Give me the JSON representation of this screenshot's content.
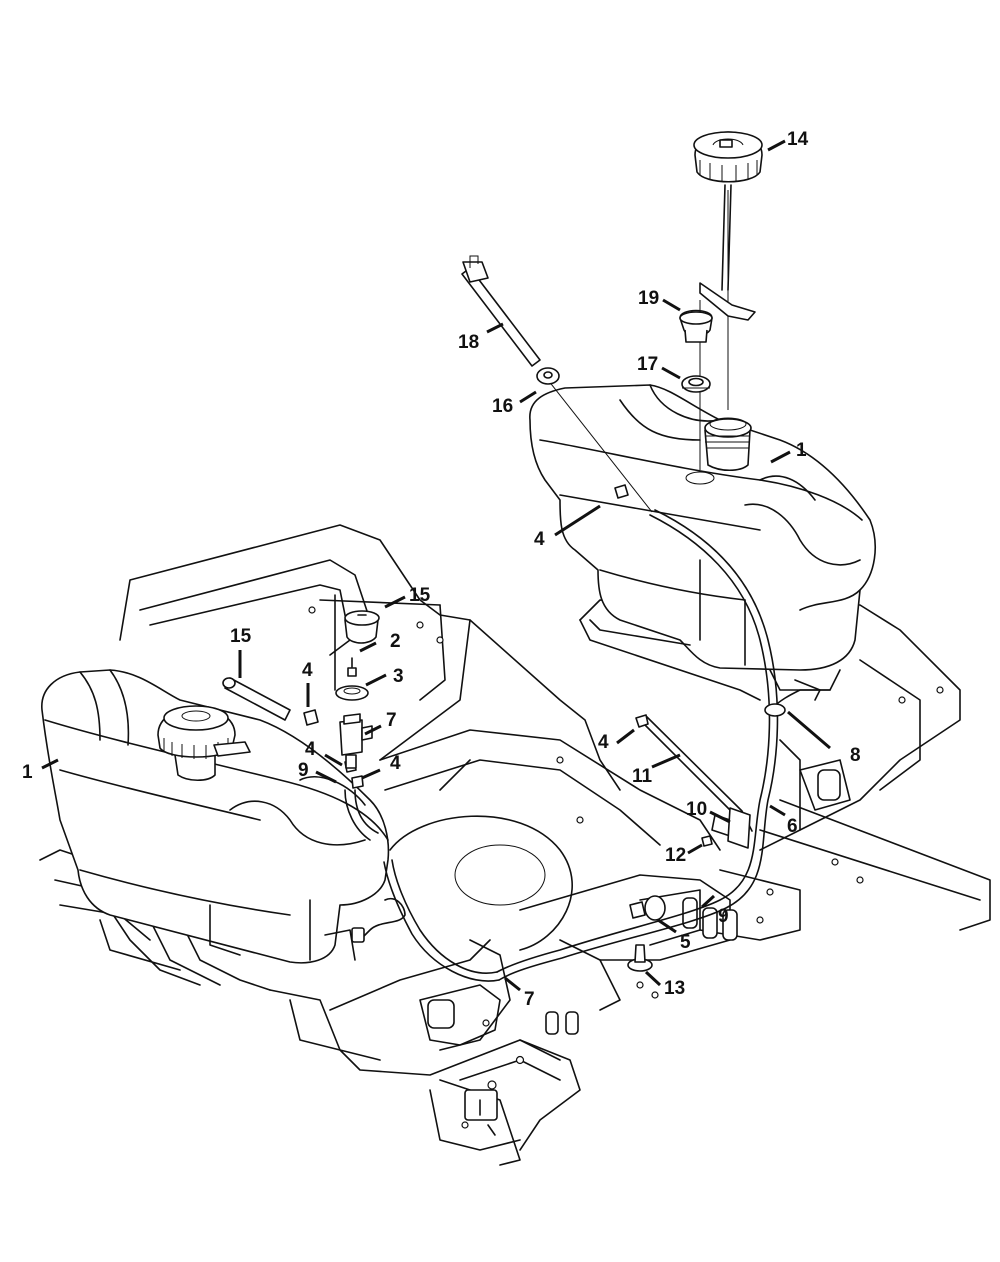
{
  "callouts": [
    {
      "id": "c1-right",
      "text": "1"
    },
    {
      "id": "c1-left",
      "text": "1"
    },
    {
      "id": "c2",
      "text": "2"
    },
    {
      "id": "c3",
      "text": "3"
    },
    {
      "id": "c4-right-tank",
      "text": "4"
    },
    {
      "id": "c4-upper",
      "text": "4"
    },
    {
      "id": "c4-mid-left",
      "text": "4"
    },
    {
      "id": "c4-mid-right",
      "text": "4"
    },
    {
      "id": "c4-center",
      "text": "4"
    },
    {
      "id": "c5",
      "text": "5"
    },
    {
      "id": "c6",
      "text": "6"
    },
    {
      "id": "c7-right",
      "text": "7"
    },
    {
      "id": "c7-bottom",
      "text": "7"
    },
    {
      "id": "c8",
      "text": "8"
    },
    {
      "id": "c9-left",
      "text": "9"
    },
    {
      "id": "c9-right",
      "text": "9"
    },
    {
      "id": "c10",
      "text": "10"
    },
    {
      "id": "c11",
      "text": "11"
    },
    {
      "id": "c12",
      "text": "12"
    },
    {
      "id": "c13",
      "text": "13"
    },
    {
      "id": "c14",
      "text": "14"
    },
    {
      "id": "c15-hose",
      "text": "15"
    },
    {
      "id": "c15-clamp",
      "text": "15"
    },
    {
      "id": "c16",
      "text": "16"
    },
    {
      "id": "c17",
      "text": "17"
    },
    {
      "id": "c18",
      "text": "18"
    },
    {
      "id": "c19",
      "text": "19"
    }
  ]
}
